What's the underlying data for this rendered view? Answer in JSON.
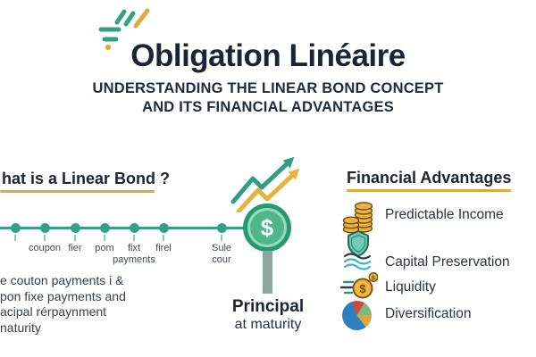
{
  "colors": {
    "navy_text": "#1c2331",
    "accent_teal": "#35a184",
    "accent_gold": "#dca93f",
    "coin_green_ring": "#249a70",
    "coin_green_fill": "#4db68b",
    "principal_bar_gray": "#8da7a0",
    "pie_blue": "#2d7fc0",
    "pie_red": "#d6453c",
    "pie_green": "#7eb87d",
    "pie_orange": "#e5a438"
  },
  "header": {
    "sparkle_icon": "sparkle-burst-icon",
    "title": "Obligation Linéaire",
    "subtitle_line1": "UNDERSTANDING THE LINEAR BOND CONCEPT",
    "subtitle_line2": "AND ITS FINANCIAL ADVANTAGES"
  },
  "what_section": {
    "heading": "hat is a Linear Bond ?",
    "timeline": {
      "labels": [
        {
          "l1": "coupon"
        },
        {
          "l1": "fier"
        },
        {
          "l1": "pom"
        },
        {
          "l1": "fixt",
          "l2": "payments"
        },
        {
          "l1": "firel"
        },
        {
          "l1": "Sule",
          "l2": "cour"
        }
      ]
    },
    "description_lines": [
      "e couton payments i &",
      "pon fixe payments and",
      "acipal rérpaynment",
      "naturity"
    ]
  },
  "principal": {
    "growth_icon": "rising-arrows-icon",
    "symbol": "$",
    "title": "Principal",
    "subtitle": "at maturity"
  },
  "advantages": {
    "heading": "Financial Advantages",
    "items": [
      {
        "icon": "coin-stacks-icon",
        "label": "Predictable Income"
      },
      {
        "icon": "shield-and-waves-icon",
        "label": "Capital Preservation"
      },
      {
        "icon": "coin-speed-lines-icon",
        "label": "Liquidity"
      },
      {
        "icon": "pie-chart-icon",
        "label": "Diversification"
      }
    ]
  }
}
